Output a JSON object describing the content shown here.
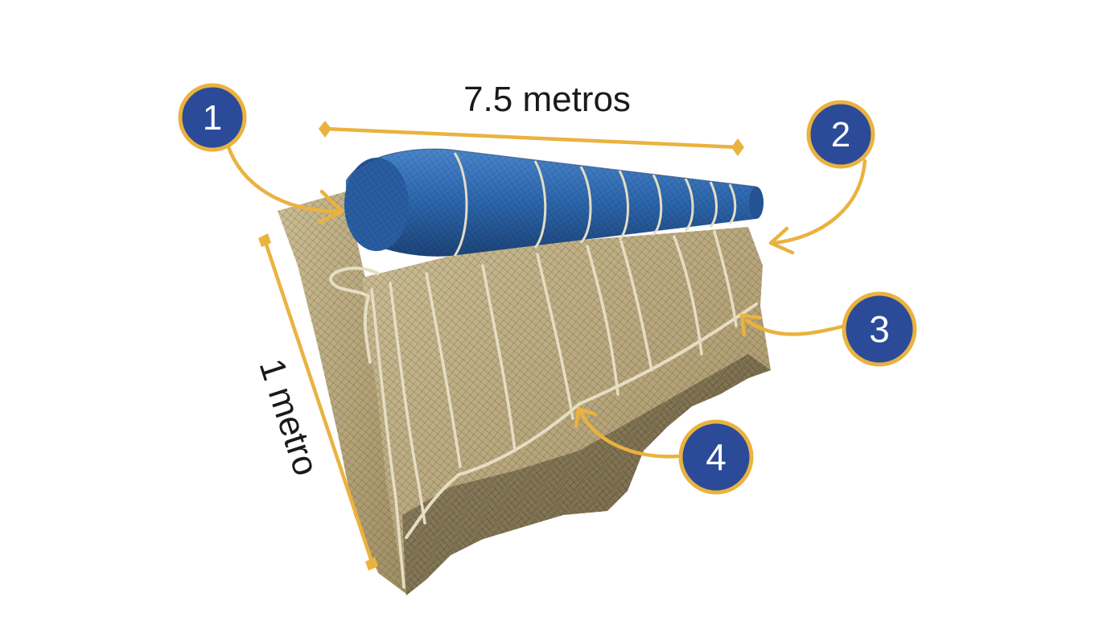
{
  "colors": {
    "accent": "#EAB23F",
    "badge_fill": "#2B4B98",
    "float_blue": "#2E69B0",
    "net_tan": "#BFAE84",
    "rope": "#E6DDC4"
  },
  "dimensions": {
    "width_label": "7.5 metros",
    "height_label": "1 metro"
  },
  "callouts": [
    {
      "number": "1"
    },
    {
      "number": "2"
    },
    {
      "number": "3"
    },
    {
      "number": "4"
    }
  ]
}
